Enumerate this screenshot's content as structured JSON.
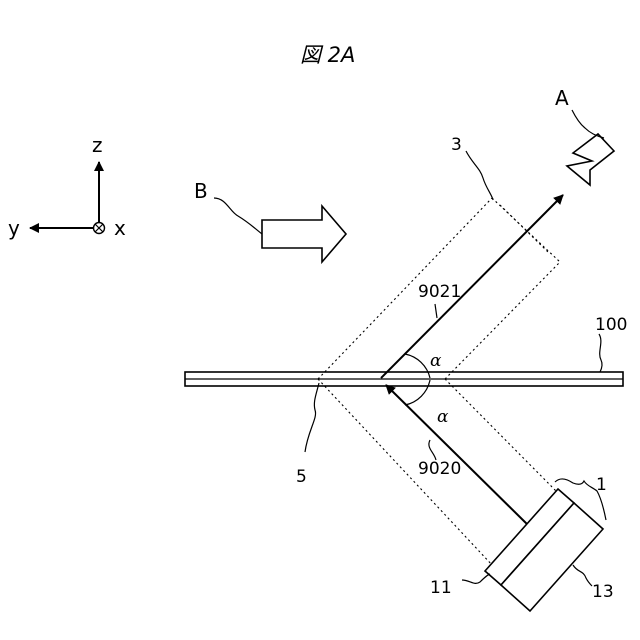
{
  "figure": {
    "title": "図 2A"
  },
  "axes": {
    "z_label": "z",
    "y_label": "y",
    "x_label": "x"
  },
  "labels": {
    "arrow_a": "A",
    "arrow_b": "B",
    "ref_1": "1",
    "ref_3": "3",
    "ref_5": "5",
    "ref_11": "11",
    "ref_13": "13",
    "ref_100": "100",
    "ray_in": "9020",
    "ray_out": "9021",
    "angle_in": "α",
    "angle_out": "α"
  }
}
